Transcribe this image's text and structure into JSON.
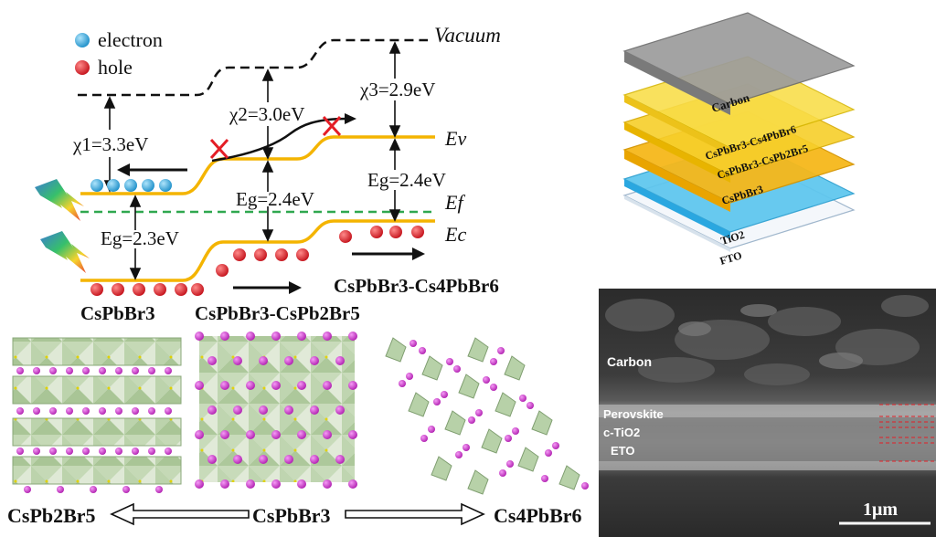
{
  "legend": {
    "electron": "electron",
    "hole": "hole"
  },
  "energy": {
    "vacuum": "Vacuum",
    "chi1": "χ1=3.3eV",
    "chi2": "χ2=3.0eV",
    "chi3": "χ3=2.9eV",
    "eg1": "Eg=2.3eV",
    "eg2": "Eg=2.4eV",
    "eg3": "Eg=2.4eV",
    "ev": "Ev",
    "ef": "Ef",
    "ec": "Ec"
  },
  "materials": {
    "m1": "CsPbBr3",
    "m2": "CsPbBr3-CsPb2Br5",
    "m3": "CsPbBr3-Cs4PbBr6"
  },
  "crystals": {
    "left": "CsPb2Br5",
    "center": "CsPbBr3",
    "right": "Cs4PbBr6"
  },
  "layers": {
    "carbon": "Carbon",
    "l2": "CsPbBr3-Cs4PbBr6",
    "l3": "CsPbBr3-CsPb2Br5",
    "l4": "CsPbBr3",
    "tio2": "TiO2",
    "fto": "FTO"
  },
  "sem": {
    "carbon": "Carbon",
    "perovskite": "Perovskite",
    "ctio2": "c-TiO2",
    "fto": "ETO",
    "scale": "1μm"
  },
  "colors": {
    "band": "#f4b400",
    "electron": "#2aa7e0",
    "hole": "#e41e26",
    "fermi": "#2fa84f",
    "crystal": "#b7d1a8",
    "atom": "#cc33cc"
  }
}
